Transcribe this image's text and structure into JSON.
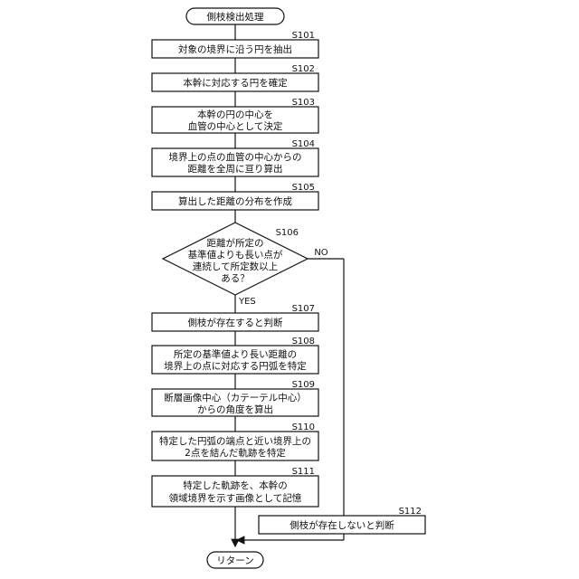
{
  "flowchart": {
    "start": "側枝検出処理",
    "end": "リターン",
    "yes_label": "YES",
    "no_label": "NO",
    "steps": [
      {
        "id": "S101",
        "lines": [
          "対象の境界に沿う円を抽出"
        ]
      },
      {
        "id": "S102",
        "lines": [
          "本幹に対応する円を確定"
        ]
      },
      {
        "id": "S103",
        "lines": [
          "本幹の円の中心を",
          "血管の中心として決定"
        ]
      },
      {
        "id": "S104",
        "lines": [
          "境界上の点の血管の中心からの",
          "距離を全周に亘り算出"
        ]
      },
      {
        "id": "S105",
        "lines": [
          "算出した距離の分布を作成"
        ]
      },
      {
        "id": "S106",
        "lines": [
          "距離が所定の",
          "基準値よりも長い点が",
          "連続して所定数以上",
          "ある？"
        ]
      },
      {
        "id": "S107",
        "lines": [
          "側枝が存在すると判断"
        ]
      },
      {
        "id": "S108",
        "lines": [
          "所定の基準値より長い距離の",
          "境界上の点に対応する円弧を特定"
        ]
      },
      {
        "id": "S109",
        "lines": [
          "断層画像中心（カテーテル中心）",
          "からの角度を算出"
        ]
      },
      {
        "id": "S110",
        "lines": [
          "特定した円弧の端点と近い境界上の",
          "2点を結んだ軌跡を特定"
        ]
      },
      {
        "id": "S111",
        "lines": [
          "特定した軌跡を、本幹の",
          "領域境界を示す画像として記憶"
        ]
      },
      {
        "id": "S112",
        "lines": [
          "側枝が存在しないと判断"
        ]
      }
    ]
  }
}
